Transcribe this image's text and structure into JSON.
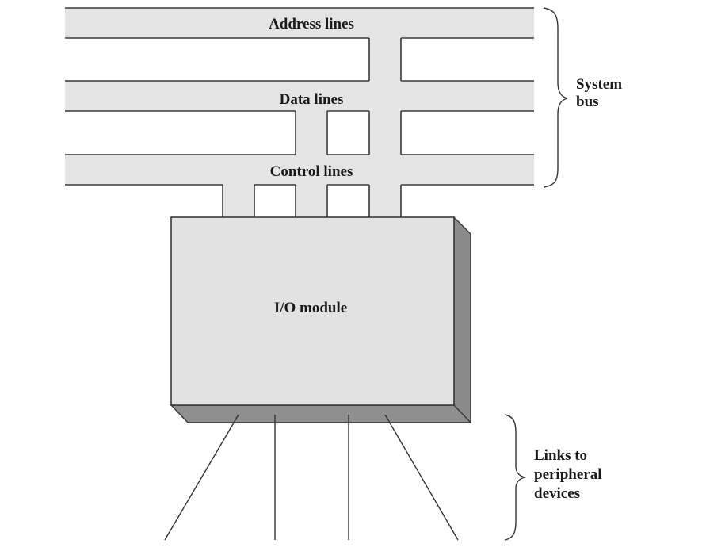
{
  "bus": {
    "address_label": "Address lines",
    "data_label": "Data lines",
    "control_label": "Control lines",
    "system_bus_label": [
      "System",
      "bus"
    ]
  },
  "module": {
    "label": "I/O module"
  },
  "links": {
    "label": [
      "Links to",
      "peripheral",
      "devices"
    ]
  },
  "colors": {
    "bus_fill": "#e4e4e4",
    "module_front": "#e2e2e2",
    "module_side": "#8a8a8a",
    "module_bottom": "#8f8f8f",
    "outline": "#3a3a3a"
  }
}
